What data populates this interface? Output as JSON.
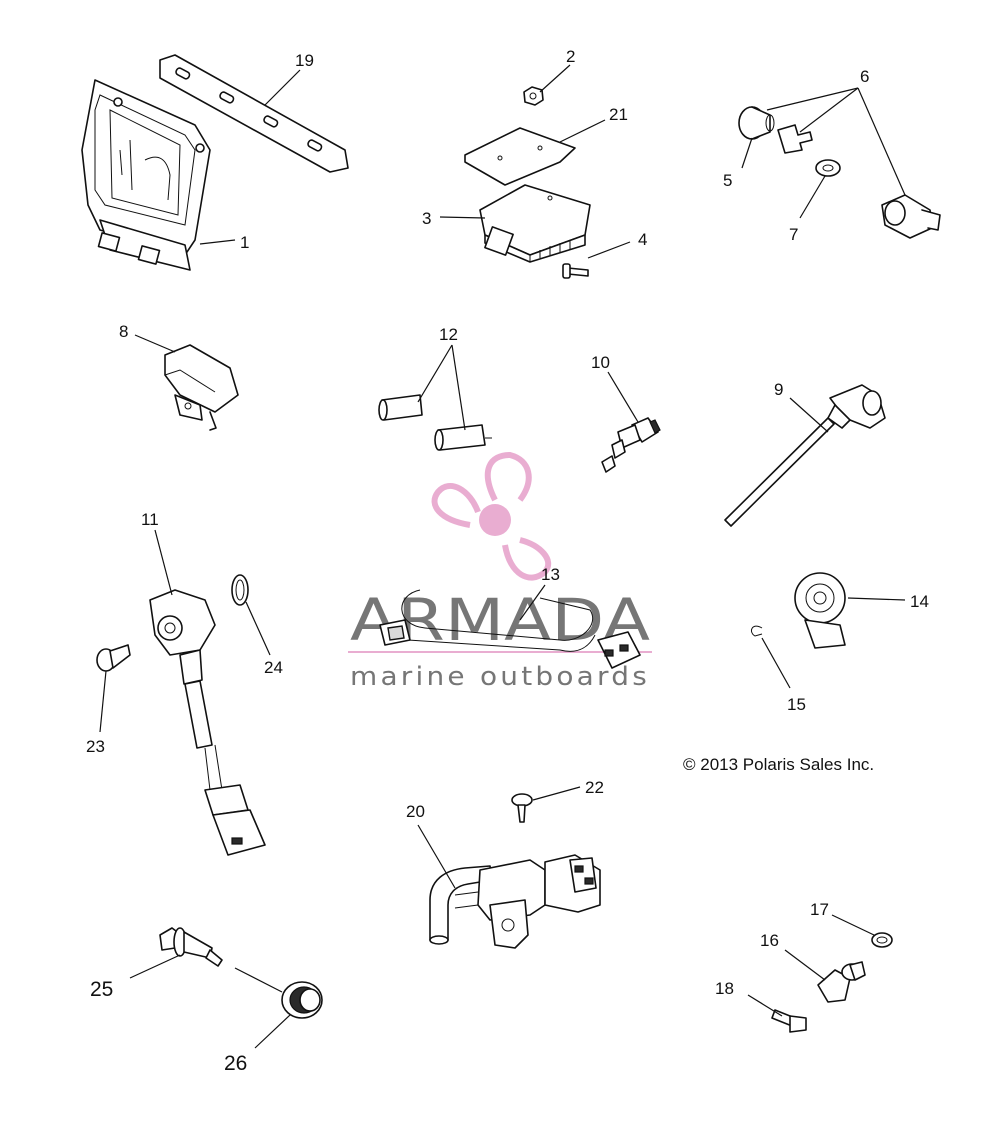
{
  "diagram": {
    "callouts": [
      "1",
      "2",
      "3",
      "4",
      "5",
      "6",
      "7",
      "8",
      "9",
      "10",
      "11",
      "12",
      "13",
      "14",
      "15",
      "16",
      "17",
      "18",
      "19",
      "20",
      "21",
      "22",
      "23",
      "24",
      "25",
      "26"
    ],
    "copyright": "© 2013 Polaris Sales Inc."
  },
  "watermark": {
    "brand": "ARMADA",
    "tagline": "marine outboards",
    "color": "#e8a9cf",
    "text_color": "#6f6f6f"
  }
}
